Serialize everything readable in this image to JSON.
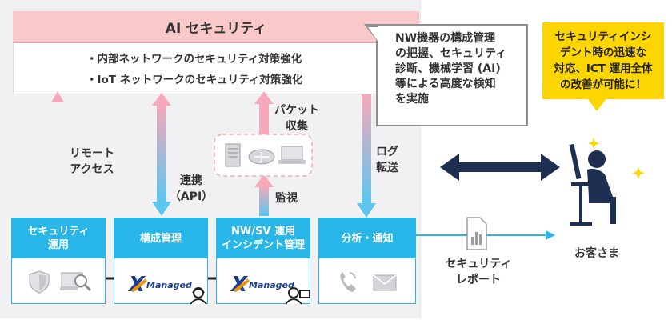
{
  "ai_panel": {
    "title": "AI セキュリティ",
    "bullets": [
      "・内部ネットワークのセキュリティ対策強化",
      "・IoT ネットワークのセキュリティ対策強化"
    ]
  },
  "callout": {
    "lines": [
      "NW機器の構成管理",
      "の把握、セキュリティ",
      "診断、機械学習 (AI)",
      "等による高度な検知",
      "を実施"
    ]
  },
  "benefit": {
    "lines": [
      "セキュリティインシ",
      "デント時の迅速な",
      "対応、ICT 運用全体",
      "の改善が可能に！"
    ]
  },
  "flows": {
    "remote_access": [
      "リモート",
      "アクセス"
    ],
    "integration": [
      "連携",
      "（API）"
    ],
    "packet_collect": [
      "パケット",
      "収集"
    ],
    "monitoring": "監視",
    "log_transfer": [
      "ログ",
      "転送"
    ]
  },
  "modules": [
    {
      "title": [
        "セキュリティ",
        "運用"
      ],
      "icons": [
        "shield-icon",
        "magnifier-monitor-icon"
      ]
    },
    {
      "title": [
        "構成管理"
      ],
      "logo": "Managed"
    },
    {
      "title": [
        "NW/SV 運用",
        "インシデント管理"
      ],
      "logo": "Managed"
    },
    {
      "title": [
        "分析・通知"
      ],
      "icons": [
        "phone-icon",
        "mail-icon"
      ]
    }
  ],
  "report_label": [
    "セキュリティ",
    "レポート"
  ],
  "customer_label": "お客さま",
  "colors": {
    "module_blue": "#28b6e8",
    "ai_pink": "#f8c9c8",
    "benefit_yellow": "#fdd500",
    "navy_arrow": "#1f2f52"
  }
}
